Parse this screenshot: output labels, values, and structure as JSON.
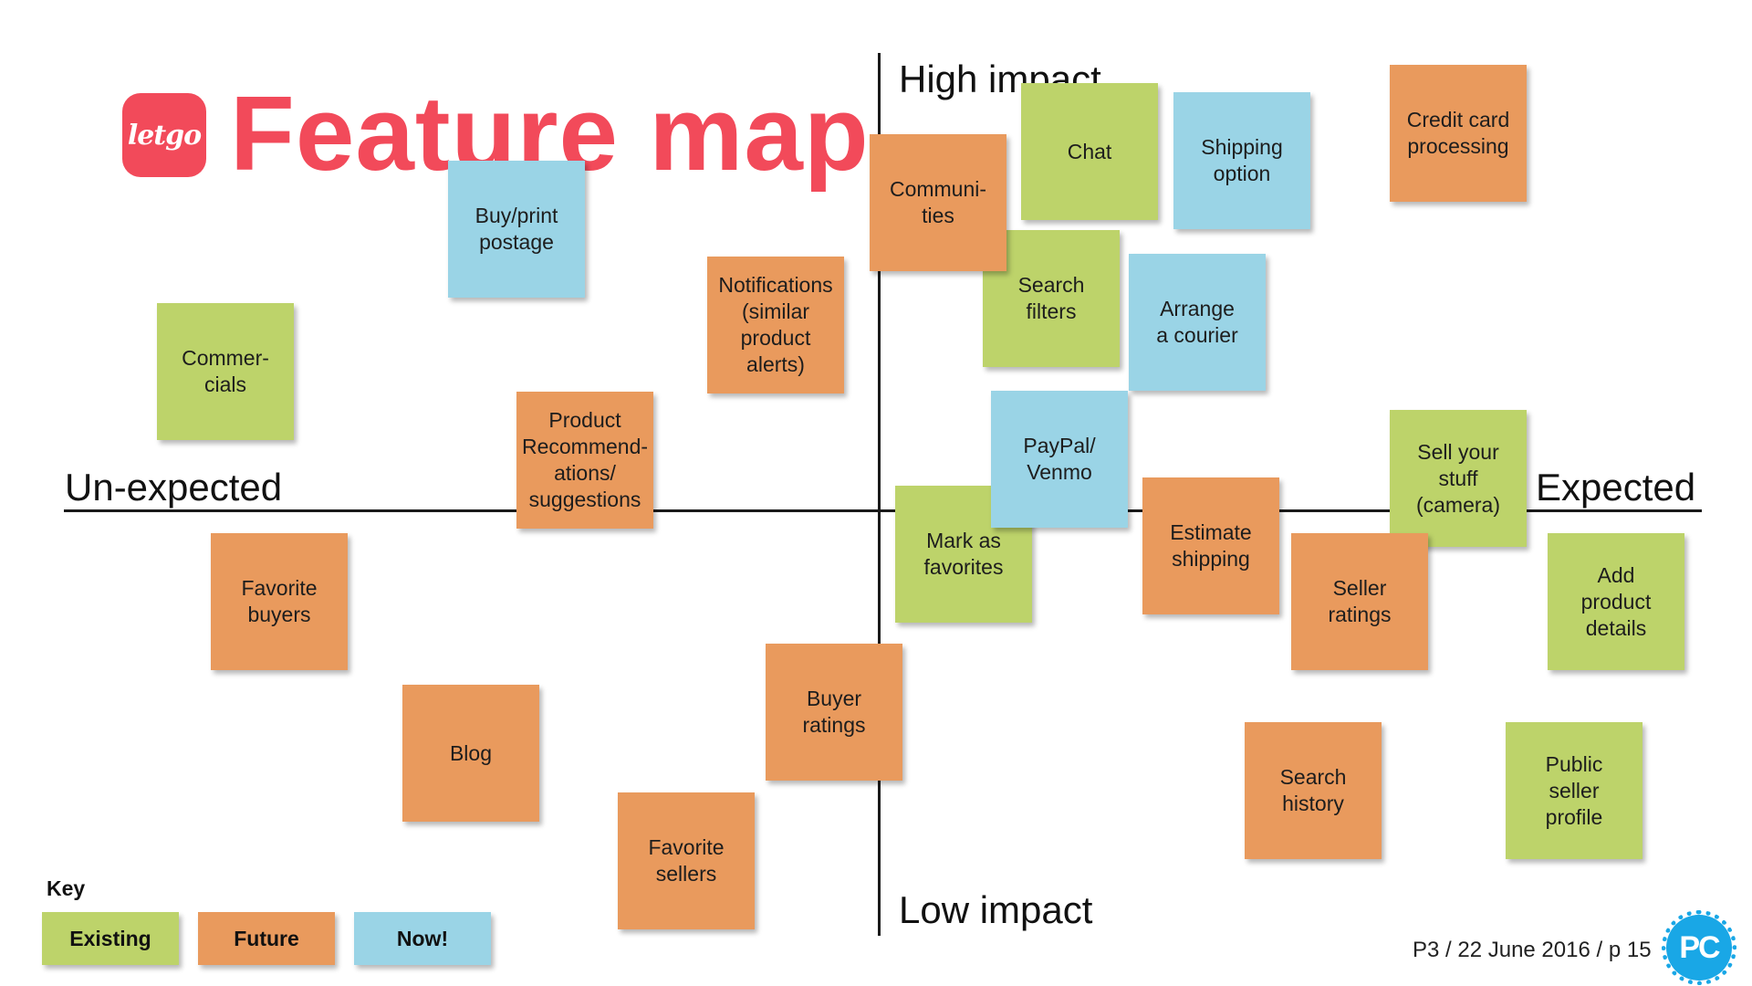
{
  "logo_text": "letgo",
  "title": "Feature map",
  "axes": {
    "top": "High impact",
    "bottom": "Low impact",
    "left": "Un-expected",
    "right": "Expected"
  },
  "colors": {
    "existing": "#bdd36a",
    "future": "#e99a5d",
    "now": "#9ad4e6",
    "brand": "#f24a5a"
  },
  "notes": [
    {
      "text": "Buy/print\npostage",
      "status": "now"
    },
    {
      "text": "Commer-\ncials",
      "status": "existing"
    },
    {
      "text": "Notifications\n(similar\nproduct\nalerts)",
      "status": "future"
    },
    {
      "text": "Product\nRecommend-\nations/\nsuggestions",
      "status": "future"
    },
    {
      "text": "Favorite\nbuyers",
      "status": "future"
    },
    {
      "text": "Blog",
      "status": "future"
    },
    {
      "text": "Buyer\nratings",
      "status": "future"
    },
    {
      "text": "Favorite\nsellers",
      "status": "future"
    },
    {
      "text": "Chat",
      "status": "existing"
    },
    {
      "text": "Shipping\noption",
      "status": "now"
    },
    {
      "text": "Communi-\nties",
      "status": "future"
    },
    {
      "text": "Credit card\nprocessing",
      "status": "future"
    },
    {
      "text": "Search\nfilters",
      "status": "existing"
    },
    {
      "text": "Arrange\na courier",
      "status": "now"
    },
    {
      "text": "PayPal/\nVenmo",
      "status": "now"
    },
    {
      "text": "Mark as\nfavorites",
      "status": "existing"
    },
    {
      "text": "Estimate\nshipping",
      "status": "future"
    },
    {
      "text": "Sell your\nstuff\n(camera)",
      "status": "existing"
    },
    {
      "text": "Seller\nratings",
      "status": "future"
    },
    {
      "text": "Add\nproduct\ndetails",
      "status": "existing"
    },
    {
      "text": "Search\nhistory",
      "status": "future"
    },
    {
      "text": "Public\nseller\nprofile",
      "status": "existing"
    }
  ],
  "key": {
    "title": "Key",
    "existing": "Existing",
    "future": "Future",
    "now": "Now!"
  },
  "footer": "P3 / 22 June 2016 / p 15",
  "badge": "PC"
}
